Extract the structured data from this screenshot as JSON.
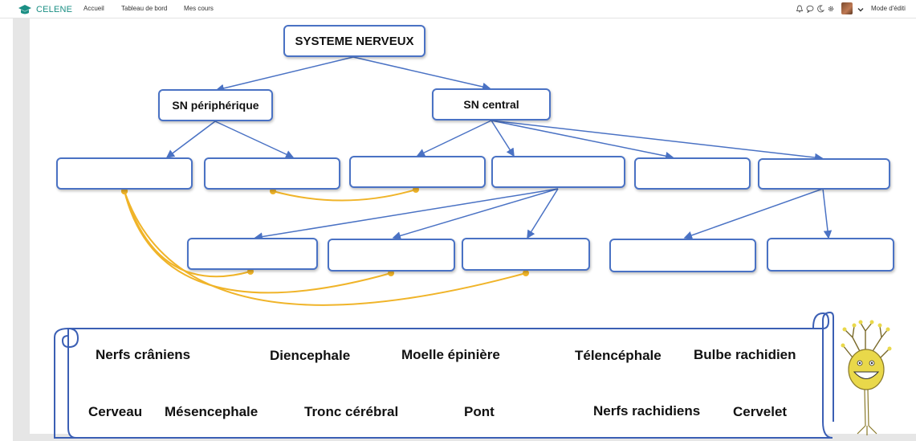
{
  "app": {
    "brand": "CELENE"
  },
  "nav": [
    "Accueil",
    "Tableau de bord",
    "Mes cours"
  ],
  "topbar": {
    "icons": [
      "bell-icon",
      "chat-icon",
      "moon-icon",
      "gear-icon",
      "avatar",
      "chevron-down-icon"
    ],
    "mode_label": "Mode d'éditi"
  },
  "diagram": {
    "root": "SYSTEME NERVEUX",
    "level1": [
      "SN périphérique",
      "SN central"
    ],
    "blank_boxes_row2": 6,
    "blank_boxes_row3": 5,
    "colors": {
      "box_border": "#4a72c4",
      "arrow": "#4a72c4",
      "curve": "#f0b429"
    }
  },
  "word_bank": {
    "row1": [
      "Nerfs crâniens",
      "Diencephale",
      "Moelle épinière",
      "Télencéphale",
      "Bulbe rachidien"
    ],
    "row2": [
      "Cerveau",
      "Mésencephale",
      "Tronc cérébral",
      "Pont",
      "Nerfs rachidiens",
      "Cervelet"
    ]
  }
}
